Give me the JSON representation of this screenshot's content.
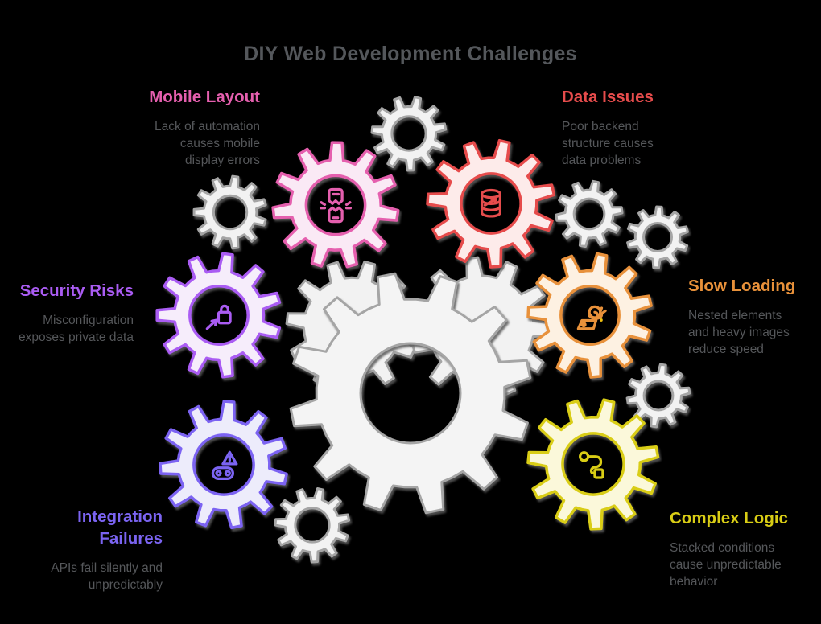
{
  "title": "DIY Web Development Challenges",
  "challenges": [
    {
      "id": "mobile-layout",
      "label": "Mobile Layout",
      "description": "Lack of automation\ncauses mobile\ndisplay errors",
      "color": "#e55fae",
      "tint": "#fae9f5",
      "icon": "broken-phone-icon"
    },
    {
      "id": "data-issues",
      "label": "Data Issues",
      "description": "Poor backend\nstructure causes\ndata problems",
      "color": "#e64c4c",
      "tint": "#fdebea",
      "icon": "database-sync-icon"
    },
    {
      "id": "security-risks",
      "label": "Security Risks",
      "description": "Misconfiguration\nexposes private data",
      "color": "#aa5cf3",
      "tint": "#f6edfb",
      "icon": "lock-inspect-icon"
    },
    {
      "id": "slow-loading",
      "label": "Slow Loading",
      "description": "Nested elements\nand heavy images\nreduce speed",
      "color": "#e8913a",
      "tint": "#fdf1e2",
      "icon": "snail-laptop-icon"
    },
    {
      "id": "integration-failures",
      "label": "Integration\nFailures",
      "description": "APIs fail silently and\nunpredictably",
      "color": "#7b64f2",
      "tint": "#edecfb",
      "icon": "broken-link-warning-icon"
    },
    {
      "id": "complex-logic",
      "label": "Complex Logic",
      "description": "Stacked conditions\ncause unpredictable\nbehavior",
      "color": "#d9cd15",
      "tint": "#fbf8da",
      "icon": "flow-connector-icon"
    }
  ],
  "colors": {
    "background": "#000000",
    "title_text": "#54575b",
    "body_text": "#55575a",
    "gray_gear_fill": "#f2f2f2",
    "gray_gear_stroke": "#a5a5a5",
    "accent_dot": "#f0c010"
  }
}
